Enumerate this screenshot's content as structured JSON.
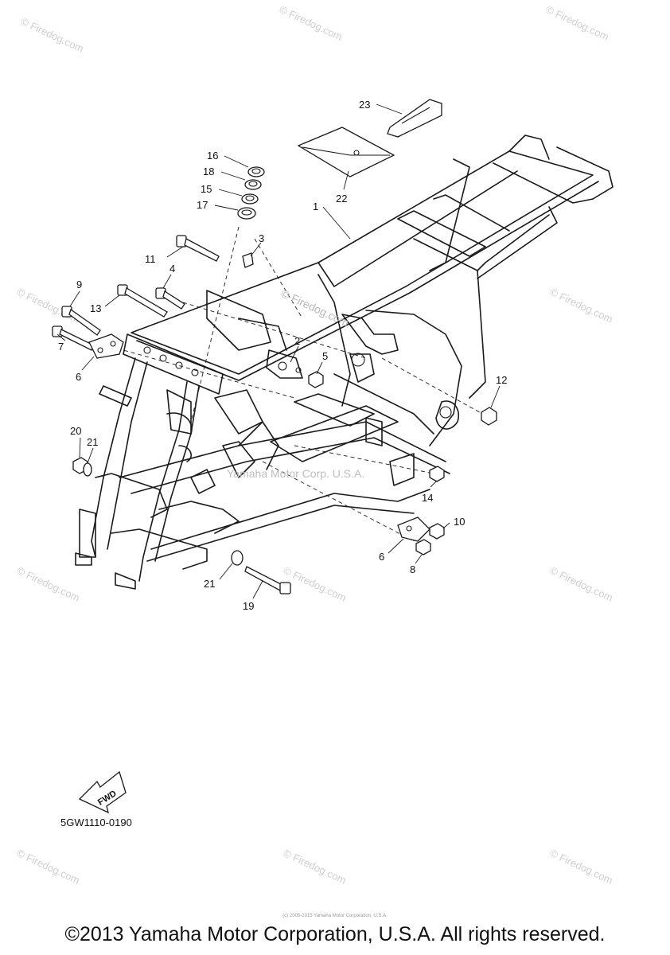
{
  "diagram": {
    "part_labels": [
      "1",
      "2",
      "3",
      "4",
      "5",
      "6",
      "7",
      "8",
      "9",
      "10",
      "11",
      "12",
      "13",
      "14",
      "15",
      "16",
      "17",
      "18",
      "19",
      "20",
      "21",
      "22",
      "23"
    ],
    "second_labels": {
      "six": "6",
      "twenty_one": "21"
    },
    "diagram_code": "5GW1110-0190",
    "fwd_label": "FWD",
    "overlay_watermark": "© Firedog.com",
    "overlay_yamaha": "Yamaha Motor Corp. U.S.A."
  },
  "watermarks": {
    "text": "© Firedog.com"
  },
  "footer": {
    "small": "(c) 2005-2015 Yamaha Motor Corporation, U.S.A.",
    "copyright": "©2013 Yamaha Motor Corporation, U.S.A. All rights reserved."
  }
}
